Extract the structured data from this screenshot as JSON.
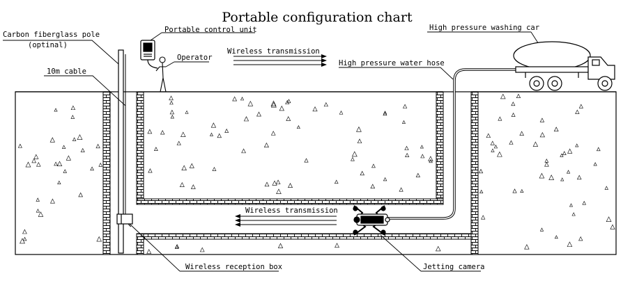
{
  "title": "Portable configuration chart",
  "labels": {
    "carbon_pole": "Carbon fiberglass pole",
    "carbon_pole_note": "(optinal)",
    "portable_control_unit": "Portable control unit",
    "operator": "Operator",
    "cable": "10m cable",
    "wireless_top": "Wireless transmission",
    "high_pressure_hose": "High pressure water hose",
    "washing_car": "High pressure washing car",
    "wireless_bottom": "Wireless transmission",
    "reception_box": "Wireless reception box",
    "jetting_camera": "Jetting camera"
  },
  "colors": {
    "line": "#000000",
    "background": "#ffffff"
  }
}
